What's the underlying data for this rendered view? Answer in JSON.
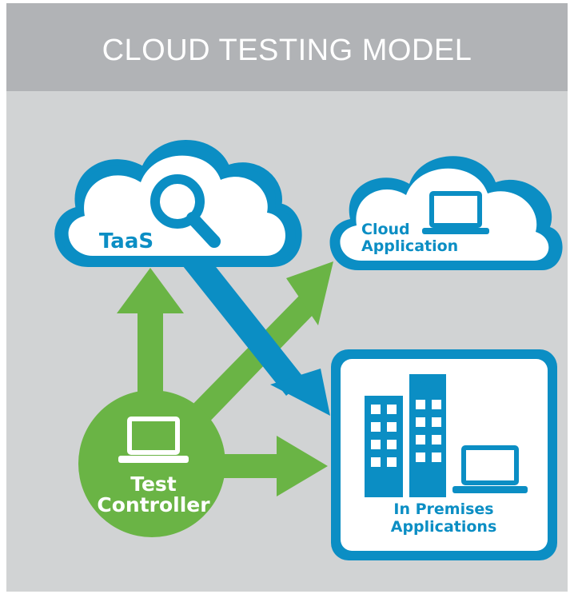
{
  "title": "CLOUD TESTING MODEL",
  "nodes": {
    "taas": {
      "label": "TaaS",
      "icon": "magnifier-icon"
    },
    "cloud_app": {
      "label_line1": "Cloud",
      "label_line2": "Application",
      "icon": "laptop-icon"
    },
    "on_prem": {
      "label_line1": "In Premises",
      "label_line2": "Applications",
      "icon": "buildings-icon"
    },
    "controller": {
      "label_line1": "Test",
      "label_line2": "Controller",
      "icon": "laptop-icon"
    }
  },
  "colors": {
    "header_band": "#b1b3b6",
    "background": "#d1d3d4",
    "blue": "#0b8ec4",
    "green": "#6ab445",
    "white": "#ffffff"
  }
}
